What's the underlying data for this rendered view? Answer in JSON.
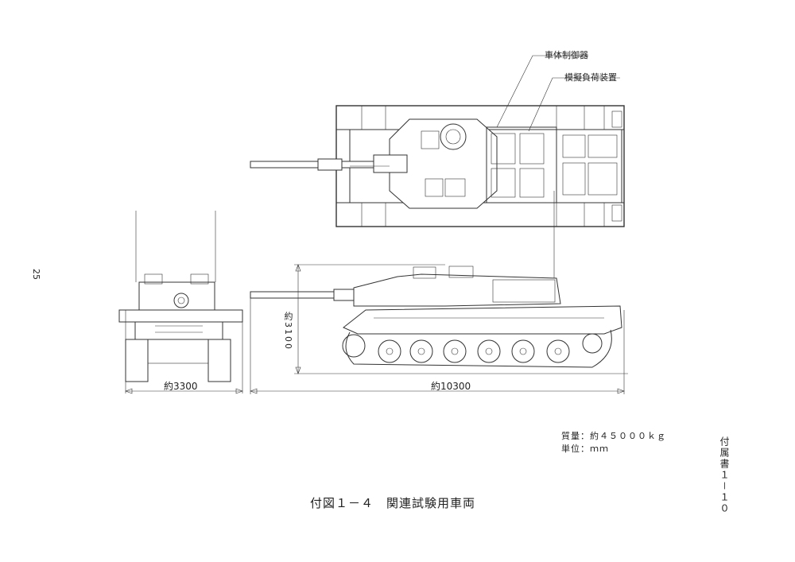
{
  "page_number": "25",
  "callouts": {
    "vehicle_control_unit": "車体制御器",
    "simulated_load_device": "模擬負荷装置"
  },
  "dimensions": {
    "width": "約3300",
    "length": "約10300",
    "height": "約3100"
  },
  "specs": {
    "mass": "質量：約４５０００ｋｇ",
    "unit": "単位：ｍｍ"
  },
  "caption": "付図１－４　関連試験用車両",
  "appendix_label": "付属書１－１０"
}
